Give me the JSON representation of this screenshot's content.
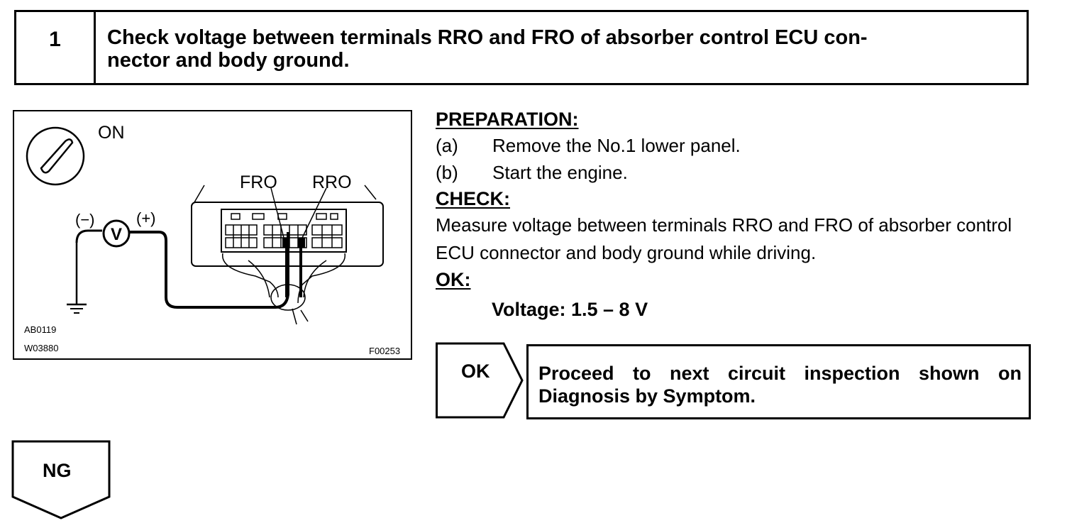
{
  "step": {
    "number": "1",
    "title_line1": "Check voltage between terminals RRO and FRO of absorber control ECU con-",
    "title_line2": "nector and body ground."
  },
  "figure": {
    "ignition_label": "ON",
    "label_fro": "FRO",
    "label_rro": "RRO",
    "meter_symbol": "V",
    "meter_neg": "(−)",
    "meter_pos": "(+)",
    "code_1": "AB0119",
    "code_2": "W03880",
    "code_3": "F00253",
    "icons": [
      "ignition-key-icon",
      "voltmeter-icon",
      "ground-symbol-icon",
      "ecu-connector-icon"
    ]
  },
  "preparation": {
    "heading": "PREPARATION:",
    "items": [
      {
        "mark": "(a)",
        "text": "Remove the No.1 lower panel."
      },
      {
        "mark": "(b)",
        "text": "Start the engine."
      }
    ]
  },
  "check": {
    "heading": "CHECK:",
    "text": "Measure voltage between terminals RRO and FRO of absorber control ECU connector and body ground while driving."
  },
  "ok_spec": {
    "heading": "OK:",
    "value": "Voltage: 1.5 – 8 V"
  },
  "ok_branch": {
    "label": "OK",
    "text": "Proceed to next circuit inspection shown on Diagnosis by Symptom."
  },
  "ng_branch": {
    "label": "NG"
  }
}
